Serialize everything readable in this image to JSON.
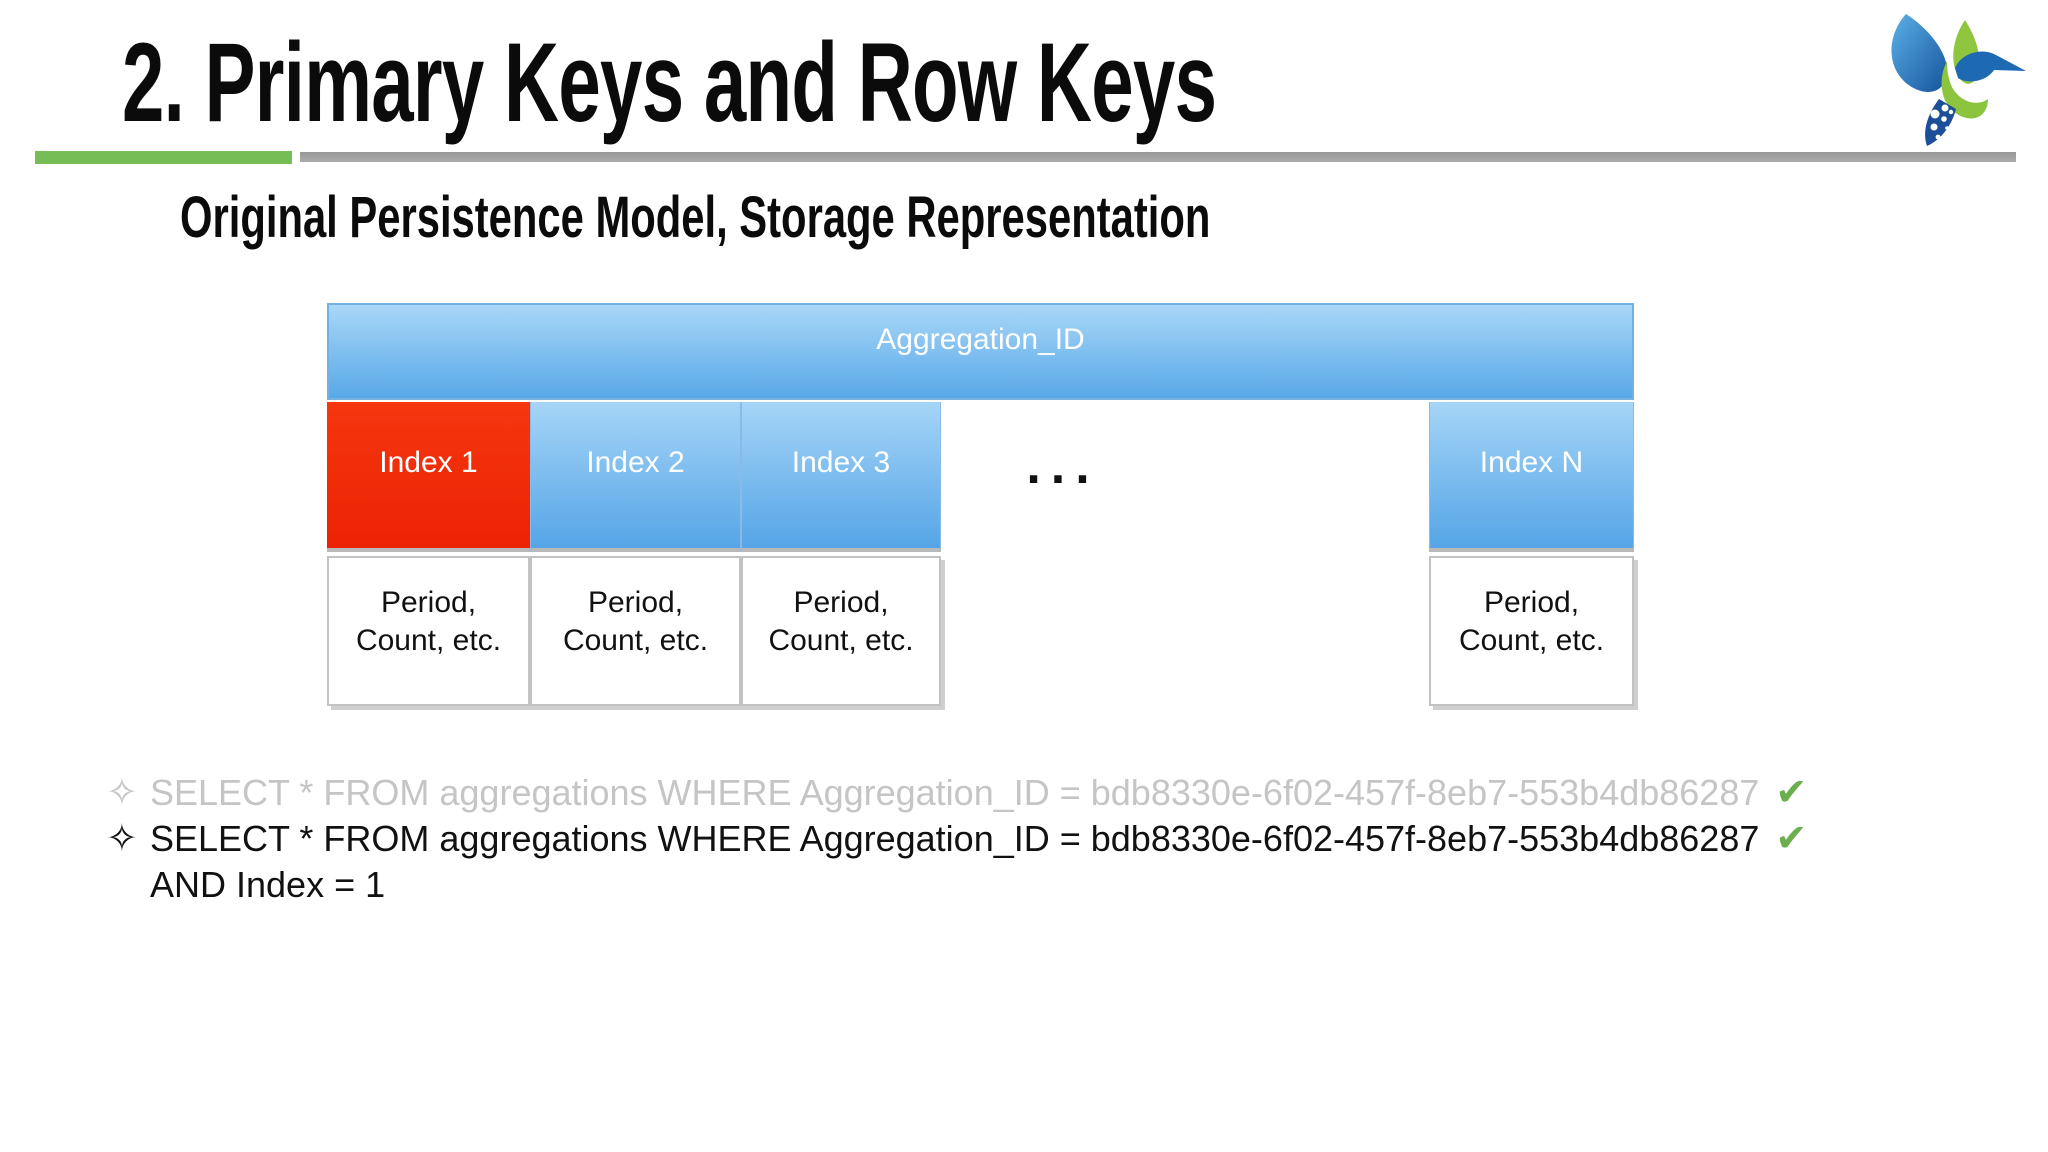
{
  "slide": {
    "title": "2. Primary Keys and Row Keys",
    "subtitle": "Original Persistence Model, Storage Representation"
  },
  "diagram": {
    "header_label": "Aggregation_ID",
    "index_cells": [
      {
        "label": "Index 1",
        "highlighted": true
      },
      {
        "label": "Index 2",
        "highlighted": false
      },
      {
        "label": "Index 3",
        "highlighted": false
      },
      {
        "label": "Index N",
        "highlighted": false
      }
    ],
    "ellipsis": "...",
    "value_cell": {
      "line1": "Period,",
      "line2": "Count, etc."
    }
  },
  "queries": {
    "bullet_char": "✧",
    "check_char": "✔",
    "lines": [
      {
        "text": "SELECT * FROM aggregations WHERE Aggregation_ID = bdb8330e-6f02-457f-8eb7-553b4db86287",
        "muted": true
      },
      {
        "text": "SELECT * FROM aggregations WHERE Aggregation_ID = bdb8330e-6f02-457f-8eb7-553b4db86287",
        "muted": false,
        "continuation": "AND Index = 1"
      }
    ]
  },
  "colors": {
    "accent_green_bar": "#77bd55",
    "divider_gray": "#a6a6a6",
    "header_blue_top": "#a9d7f8",
    "header_blue_bottom": "#58a8e8",
    "highlight_red": "#f22a05",
    "check_green": "#6bae4e",
    "muted_query_text": "#c5c5c5"
  }
}
